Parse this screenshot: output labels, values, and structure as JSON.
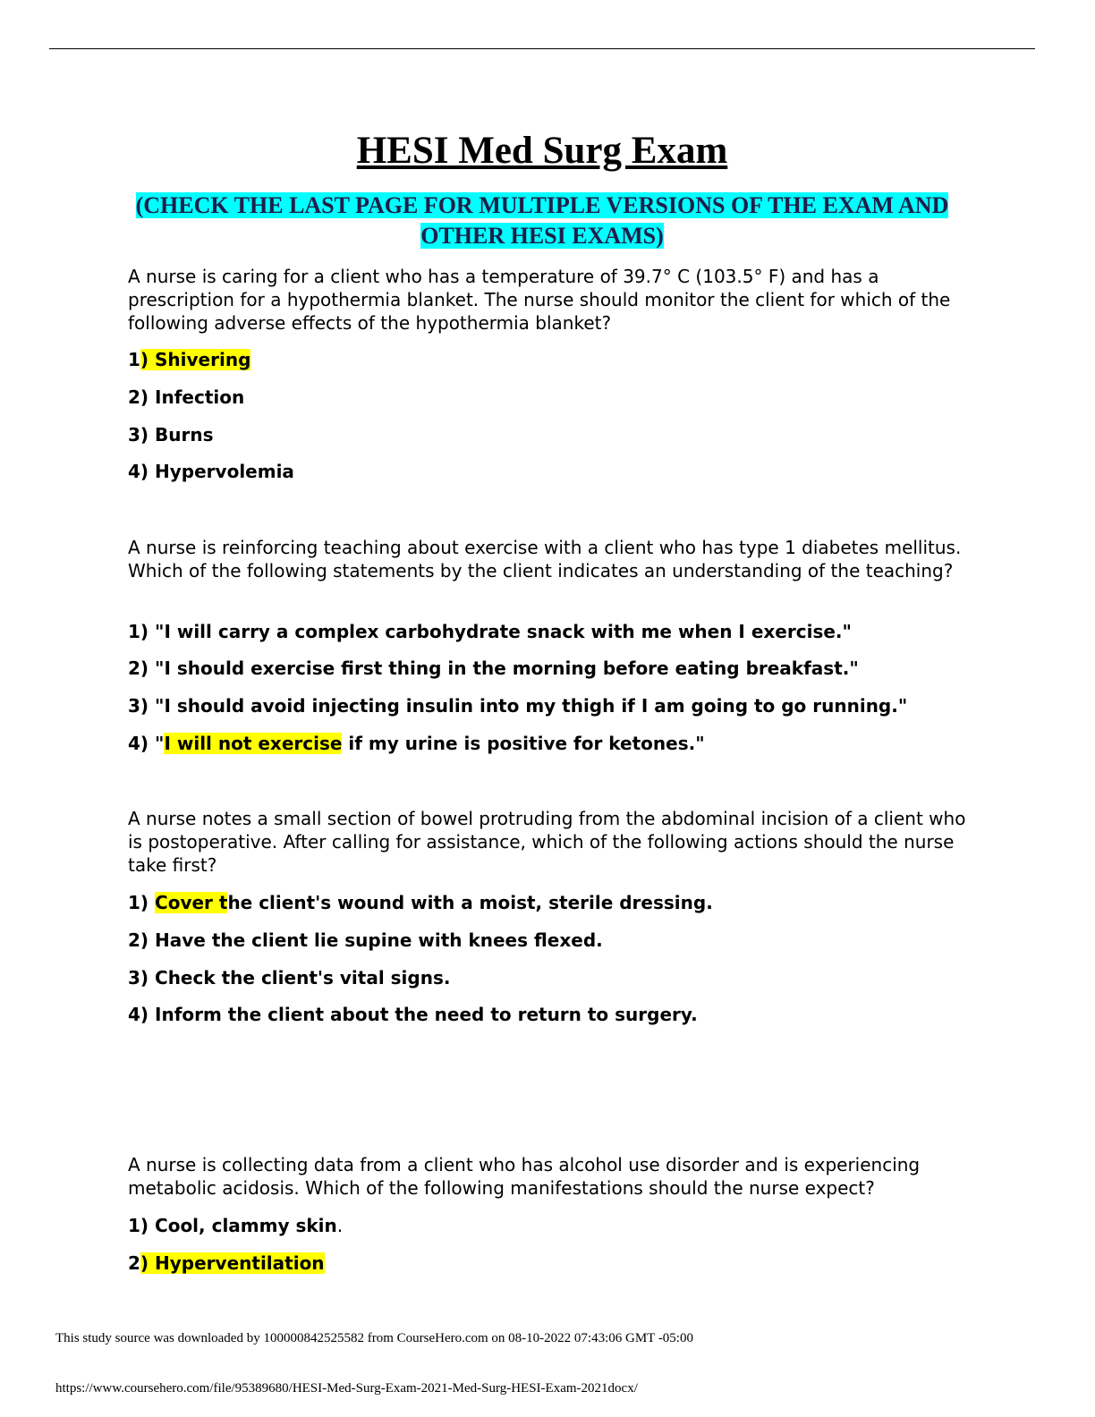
{
  "title": "HESI Med Surg Exam",
  "notice": "(CHECK THE LAST PAGE FOR MULTIPLE VERSIONS OF THE EXAM AND OTHER HESI EXAMS)",
  "colors": {
    "highlight": "#ffff00",
    "notice_highlight": "#00ffff"
  },
  "questions": [
    {
      "text": "A nurse is caring for a client who has a temperature of 39.7° C (103.5° F) and has a prescription for a hypothermia blanket. The nurse should monitor the client for which of the following adverse effects of the hypothermia blanket?",
      "options": [
        {
          "pre": "1",
          "hl": ") Shivering",
          "post": ""
        },
        {
          "pre": "2) Infection",
          "hl": "",
          "post": ""
        },
        {
          "pre": "3) Burns",
          "hl": "",
          "post": ""
        },
        {
          "pre": "4) Hypervolemia",
          "hl": "",
          "post": ""
        }
      ]
    },
    {
      "text": "A nurse is reinforcing teaching about exercise with a client who has type 1 diabetes mellitus. Which of the following statements by the client indicates an understanding of the teaching?",
      "options": [
        {
          "pre": "1) \"I will carry a complex carbohydrate snack with me when I exercise.\"",
          "hl": "",
          "post": ""
        },
        {
          "pre": "2) \"I should exercise first thing in the morning before eating breakfast.\"",
          "hl": "",
          "post": ""
        },
        {
          "pre": "3) \"I should avoid injecting insulin into my thigh if I am going to go running.\"",
          "hl": "",
          "post": ""
        },
        {
          "pre": "4) \"",
          "hl": "I will not exercise",
          "post": " if my urine is positive for ketones.\""
        }
      ]
    },
    {
      "text": "A nurse notes a small section of bowel protruding from the abdominal incision of a client who is postoperative. After calling for assistance, which of the following actions should the nurse take first?",
      "options": [
        {
          "pre": "1) ",
          "hl": "Cover t",
          "post": "he client's wound with a moist, sterile dressing."
        },
        {
          "pre": "2) Have the client lie supine with knees flexed.",
          "hl": "",
          "post": ""
        },
        {
          "pre": "3) Check the client's vital signs.",
          "hl": "",
          "post": ""
        },
        {
          "pre": "4) Inform the client about the need to return to surgery.",
          "hl": "",
          "post": ""
        }
      ]
    },
    {
      "text": "A nurse is collecting data from a client who has alcohol use disorder and is experiencing metabolic acidosis. Which of the following manifestations should the nurse expect?",
      "options": [
        {
          "pre": "1) Cool, clammy skin",
          "hl": "",
          "post": "",
          "tail": "."
        },
        {
          "pre": "2",
          "hl": ") Hyperventilation",
          "post": ""
        }
      ]
    }
  ],
  "footer": {
    "source": "This study source was downloaded by 100000842525582 from CourseHero.com on 08-10-2022 07:43:06 GMT -05:00",
    "url": "https://www.coursehero.com/file/95389680/HESI-Med-Surg-Exam-2021-Med-Surg-HESI-Exam-2021docx/"
  }
}
